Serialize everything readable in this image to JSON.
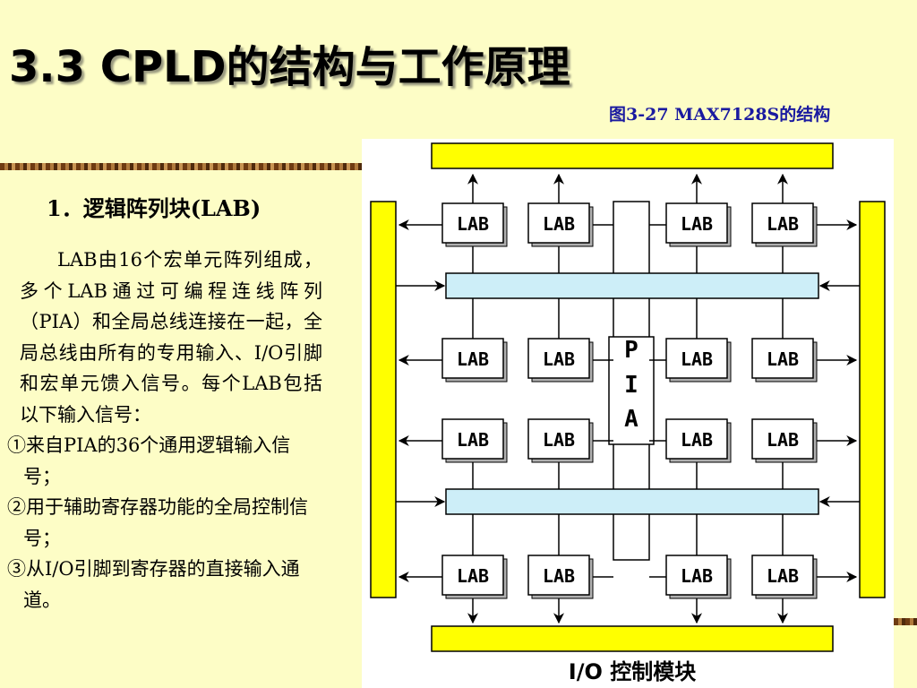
{
  "slide": {
    "title": "3.3  CPLD的结构与工作原理",
    "figure_caption": "图3-27  MAX7128S的结构",
    "section_heading": "1．逻辑阵列块(LAB)",
    "paragraph": "LAB由16个宏单元阵列组成， 多个LAB通过可编程连线阵列（PIA）和全局总线连接在一起，全局总线由所有的专用输入、I/O引脚和宏单元馈入信号。每个LAB包括以下输入信号：",
    "items": [
      "①来自PIA的36个通用逻辑输入信号；",
      "②用于辅助寄存器功能的全局控制信号；",
      "③从I/O引脚到寄存器的直接输入通道。"
    ]
  },
  "diagram": {
    "lab_label": "LAB",
    "pia_letters": [
      "P",
      "I",
      "A"
    ],
    "io_label": "I/O 控制模块",
    "colors": {
      "io_block": "#ffff00",
      "bus": "#cdeef8",
      "pia": "#ffffff",
      "lab": "#ffffff",
      "stroke": "#000000"
    }
  }
}
